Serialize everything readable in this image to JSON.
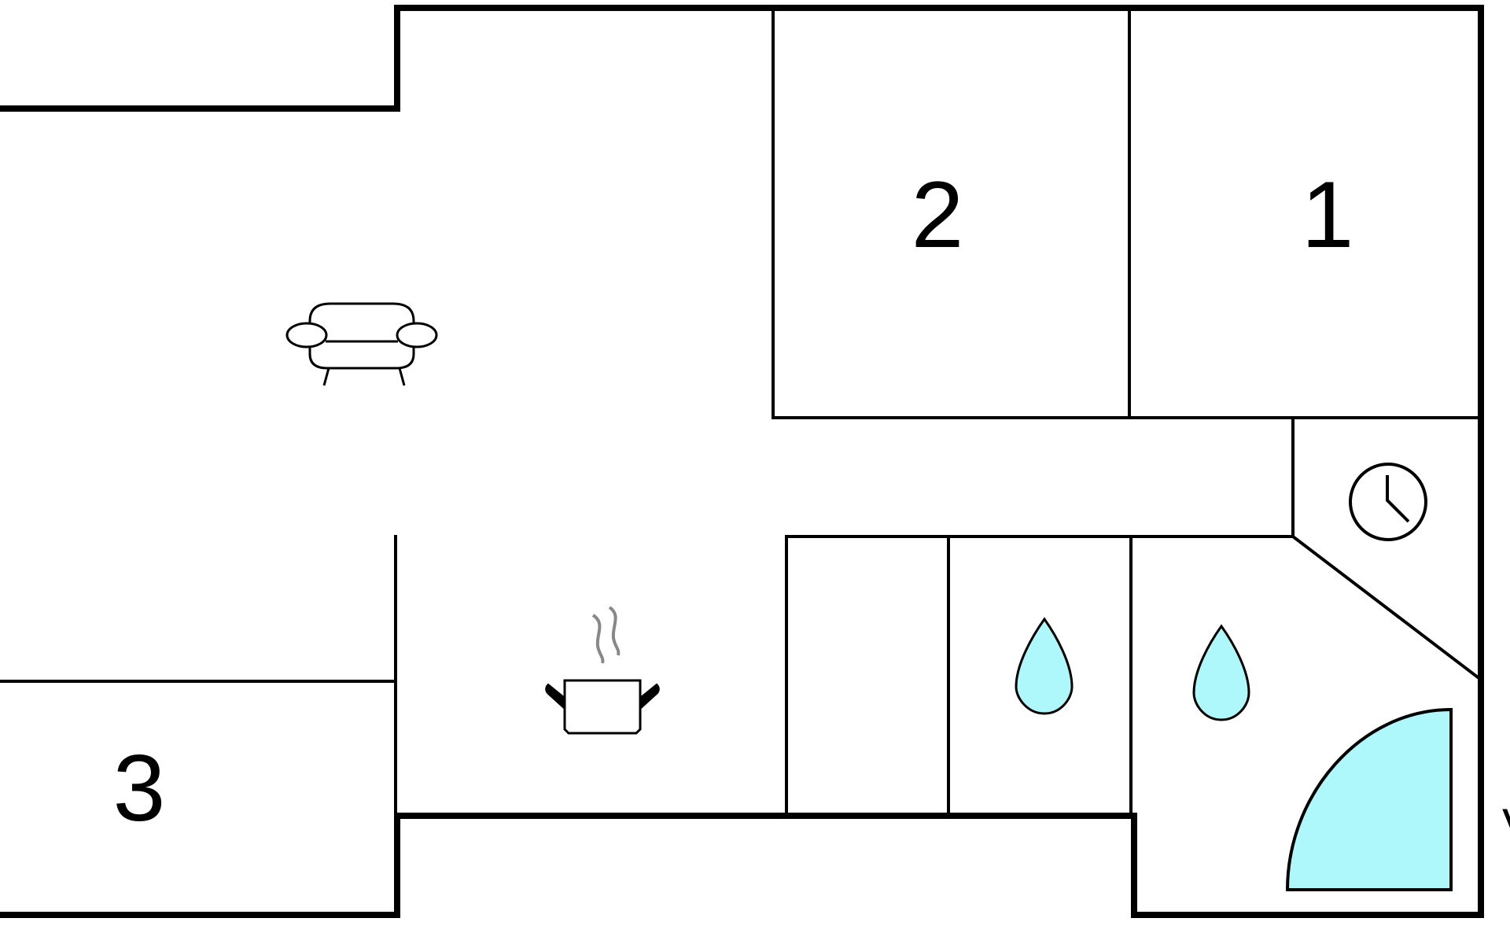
{
  "rooms": {
    "room_1": "1",
    "room_2": "2",
    "room_3": "3"
  },
  "edge_text": "V",
  "colors": {
    "wall": "#000000",
    "water": "#aef7fb",
    "steam": "#888888",
    "background": "#ffffff"
  },
  "icons": {
    "living": "sofa-icon",
    "kitchen": "cooking-pot-icon",
    "bath_1": "water-drop-icon",
    "bath_2": "water-drop-icon",
    "utility": "clock-icon",
    "shower": "shower-tray-icon"
  }
}
